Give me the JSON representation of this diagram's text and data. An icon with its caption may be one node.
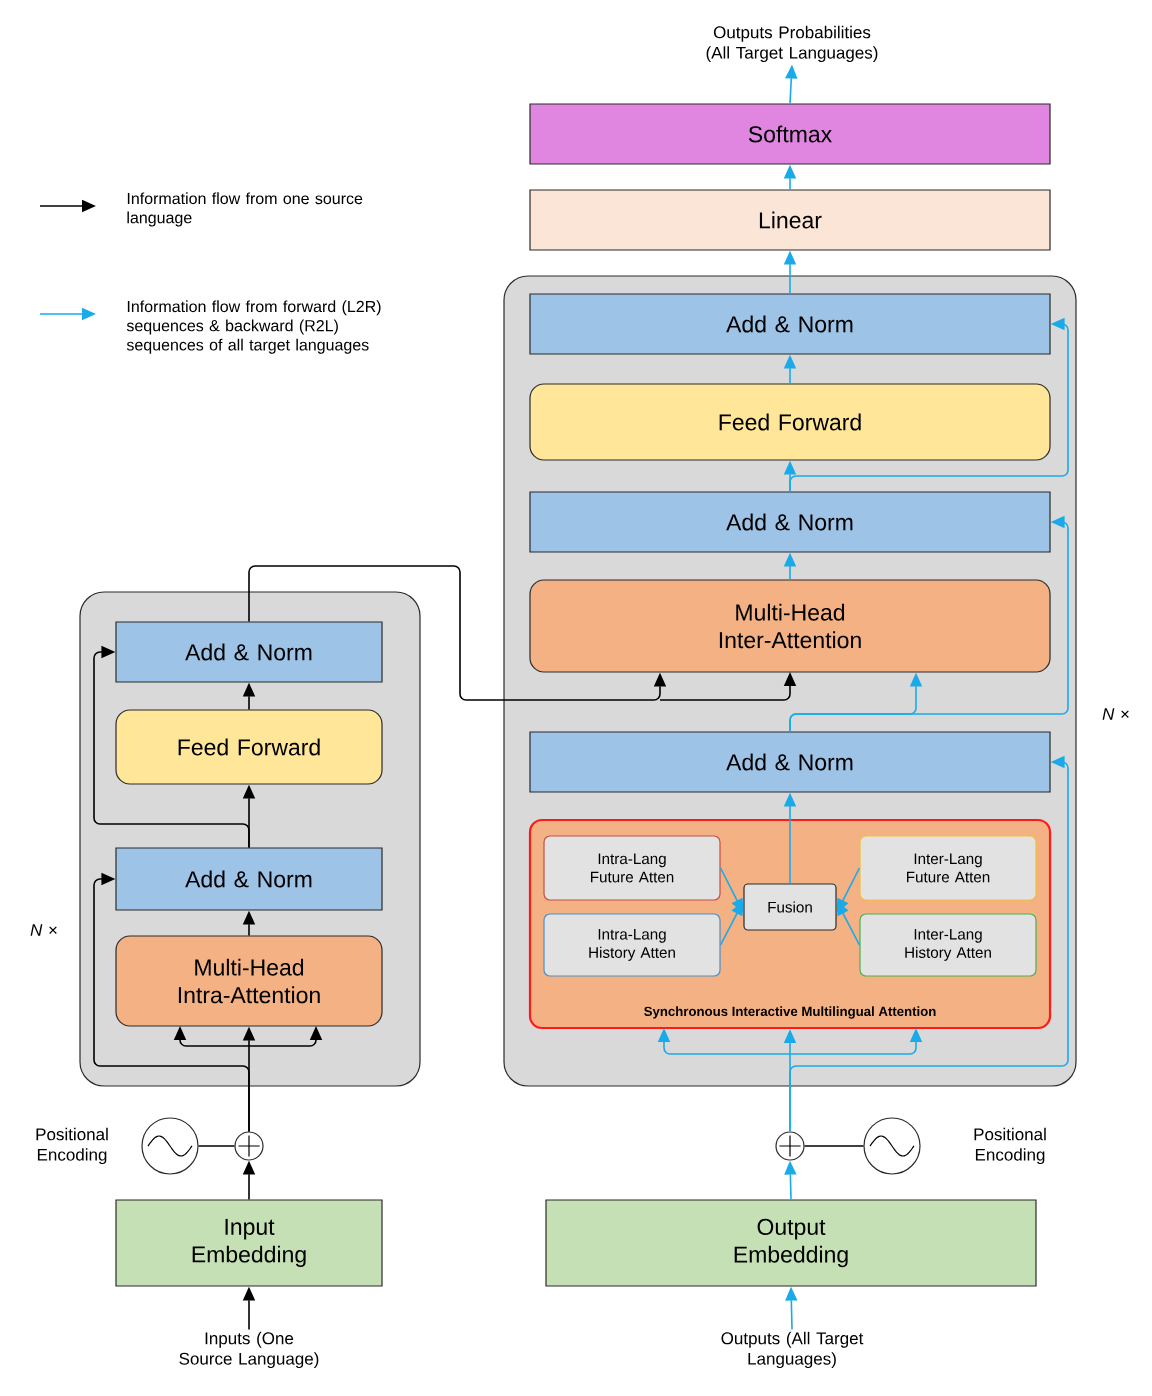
{
  "diagram": {
    "nodes": [
      {
        "text": [
          "Outputs Probabilities (All Target Languages)"
        ]
      },
      {
        "text": [
          "Softmax"
        ]
      },
      {
        "text": [
          "Linear"
        ]
      },
      {
        "text": [],
        "shape": "box",
        "beside": [
          "*N* ×"
        ]
      },
      {
        "text": [
          "Add & Norm"
        ],
        "in": 3
      },
      {
        "text": [
          "Feed Forward"
        ],
        "in": 3
      },
      {
        "text": [
          "Add & Norm"
        ],
        "in": 3
      },
      {
        "text": [
          "Multi-Head Inter-Attention"
        ],
        "in": 3
      },
      {
        "text": [
          "Add & Norm"
        ],
        "in": 3
      },
      {
        "text": [
          "Synchronous Interactive Multilingual Attention"
        ],
        "in": 3
      },
      {
        "text": [
          "Intra-Lang Future Atten"
        ],
        "in": 9
      },
      {
        "text": [
          "Intra-Lang History Atten"
        ],
        "in": 9
      },
      {
        "text": [
          "Fusion"
        ],
        "in": 9
      },
      {
        "text": [
          "Inter-Lang Future Atten"
        ],
        "in": 9
      },
      {
        "text": [
          "Inter-Lang History Atten"
        ],
        "in": 9
      },
      {
        "text": [],
        "shape": "box",
        "beside": [
          "*N* ×"
        ]
      },
      {
        "text": [
          "Add & Norm"
        ],
        "in": 15
      },
      {
        "text": [
          "Feed Forward"
        ],
        "in": 15
      },
      {
        "text": [
          "Add & Norm"
        ],
        "in": 15
      },
      {
        "text": [
          "Multi-Head Intra-Attention"
        ],
        "in": 15
      },
      {
        "text": [],
        "shape": "circle"
      },
      {
        "text": [],
        "shape": "circle",
        "beside": [
          "Positional Encoding"
        ]
      },
      {
        "text": [
          "Input Embedding"
        ]
      },
      {
        "text": [
          "Inputs (One Source Language)"
        ]
      },
      {
        "text": [],
        "shape": "circle"
      },
      {
        "text": [],
        "shape": "circle",
        "beside": [
          "Positional Encoding"
        ]
      },
      {
        "text": [
          "Output Embedding"
        ]
      },
      {
        "text": [
          "Outputs (All Target Languages)"
        ]
      }
    ],
    "edges": [
      {
        "from": 1,
        "to": 0,
        "arrow": "to"
      },
      {
        "from": 2,
        "to": 1,
        "arrow": "to"
      },
      {
        "from": 4,
        "to": 2,
        "arrow": "to"
      },
      {
        "from": 5,
        "to": 4,
        "arrow": "to"
      },
      {
        "from": 6,
        "to": 4,
        "arrow": "to"
      },
      {
        "from": 6,
        "to": 5,
        "arrow": "to"
      },
      {
        "from": 7,
        "to": 6,
        "arrow": "to"
      },
      {
        "from": 8,
        "to": 6,
        "arrow": "to"
      },
      {
        "from": 8,
        "to": 7,
        "arrow": "to"
      },
      {
        "from": 16,
        "to": 7,
        "arrow": "to",
        "color": "#000000"
      },
      {
        "from": 12,
        "to": 8,
        "arrow": "to"
      },
      {
        "from": 24,
        "to": 8,
        "arrow": "to"
      },
      {
        "from": 10,
        "to": 12,
        "arrow": "to"
      },
      {
        "from": 11,
        "to": 12,
        "arrow": "to"
      },
      {
        "from": 13,
        "to": 12,
        "arrow": "to"
      },
      {
        "from": 14,
        "to": 12,
        "arrow": "to"
      },
      {
        "from": 24,
        "to": 9,
        "arrow": "to"
      },
      {
        "from": 26,
        "to": 24,
        "arrow": "to"
      },
      {
        "from": 25,
        "to": 24,
        "arrow": "none",
        "color": "#000000"
      },
      {
        "from": 27,
        "to": 26,
        "arrow": "to"
      },
      {
        "from": 17,
        "to": 16,
        "arrow": "to",
        "color": "#000000"
      },
      {
        "from": 18,
        "to": 16,
        "arrow": "to",
        "color": "#000000"
      },
      {
        "from": 18,
        "to": 17,
        "arrow": "to",
        "color": "#000000"
      },
      {
        "from": 19,
        "to": 18,
        "arrow": "to",
        "color": "#000000"
      },
      {
        "from": 20,
        "to": 18,
        "arrow": "to",
        "color": "#000000"
      },
      {
        "from": 20,
        "to": 19,
        "arrow": "to",
        "color": "#000000"
      },
      {
        "from": 22,
        "to": 20,
        "arrow": "to",
        "color": "#000000"
      },
      {
        "from": 21,
        "to": 20,
        "arrow": "none",
        "color": "#000000"
      },
      {
        "from": 23,
        "to": 22,
        "arrow": "to",
        "color": "#000000"
      }
    ],
    "legend": [
      {
        "text": "Information flow from one source language"
      },
      {
        "text": "Information flow from forward (L2R) sequences & backward (R2L) sequences of all target languages"
      }
    ]
  }
}
